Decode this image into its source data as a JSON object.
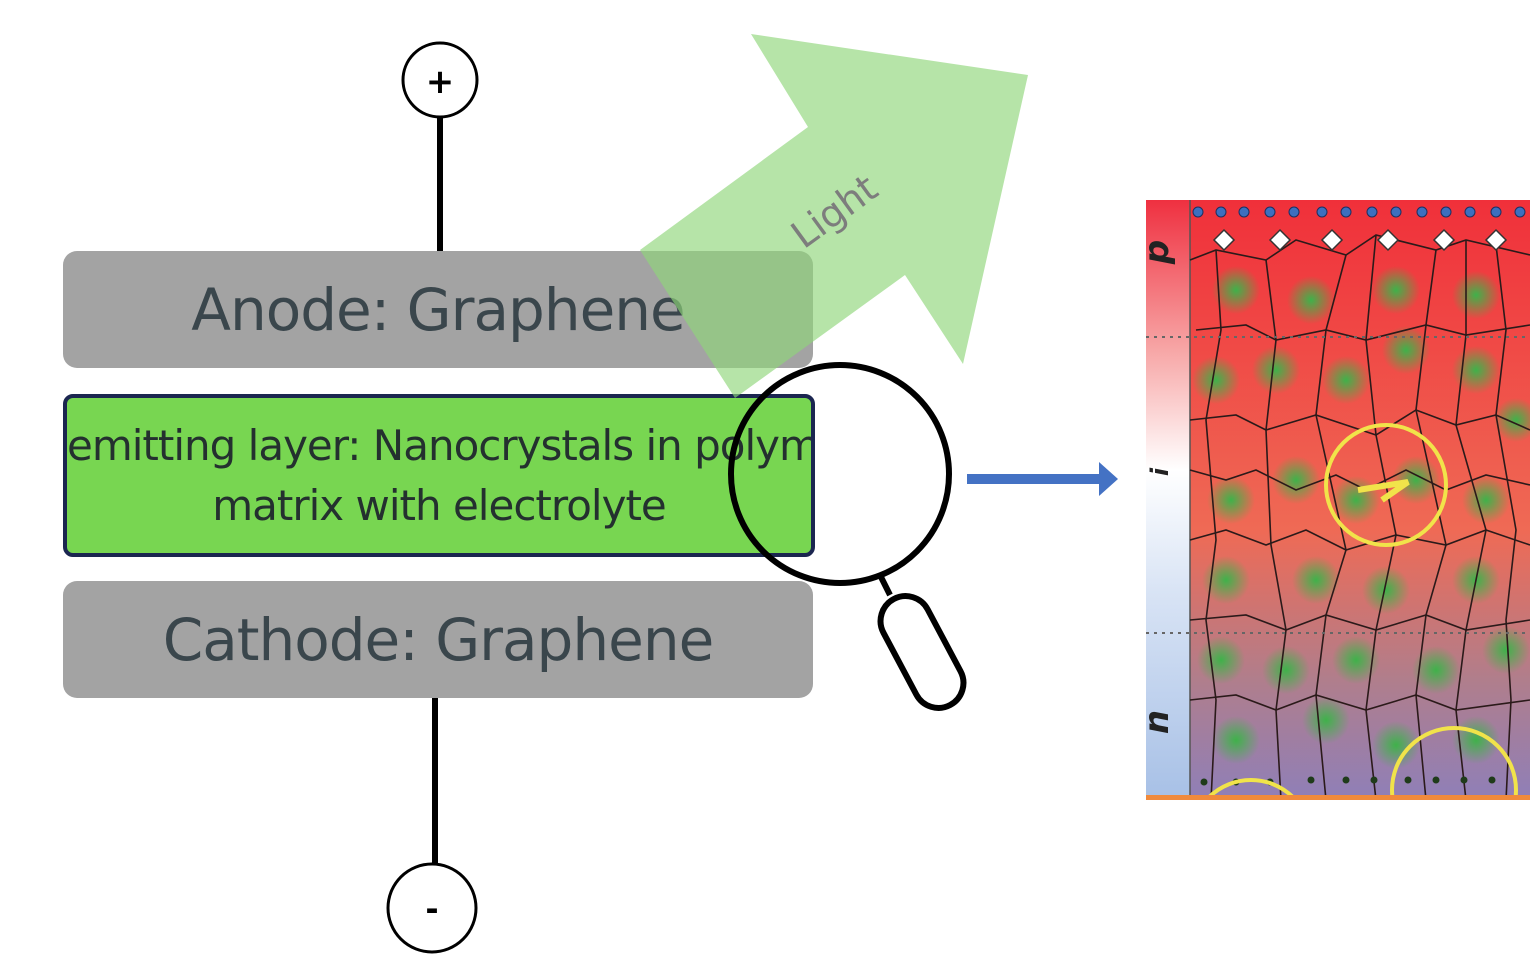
{
  "terminals": {
    "positive": "+",
    "negative": "-"
  },
  "layers": {
    "anode": "Anode: Graphene",
    "emitting_line1": "emitting layer: Nanocrystals in polymer",
    "emitting_line2": "matrix with electrolyte",
    "cathode": "Cathode: Graphene"
  },
  "light_label": "Light",
  "zoom_panel": {
    "side_labels": {
      "top": "p",
      "middle": "i",
      "bottom": "n"
    }
  },
  "colors": {
    "light_arrow": "#a8df96",
    "emitting_fill": "#78d651",
    "emitting_border": "#1b2650",
    "electrode_fill": "#a3a3a3",
    "pointer_arrow": "#4472c4",
    "panel_top": "#f0303a",
    "panel_bottom": "#8f7fb8",
    "circle_highlight": "#f1e34a"
  }
}
